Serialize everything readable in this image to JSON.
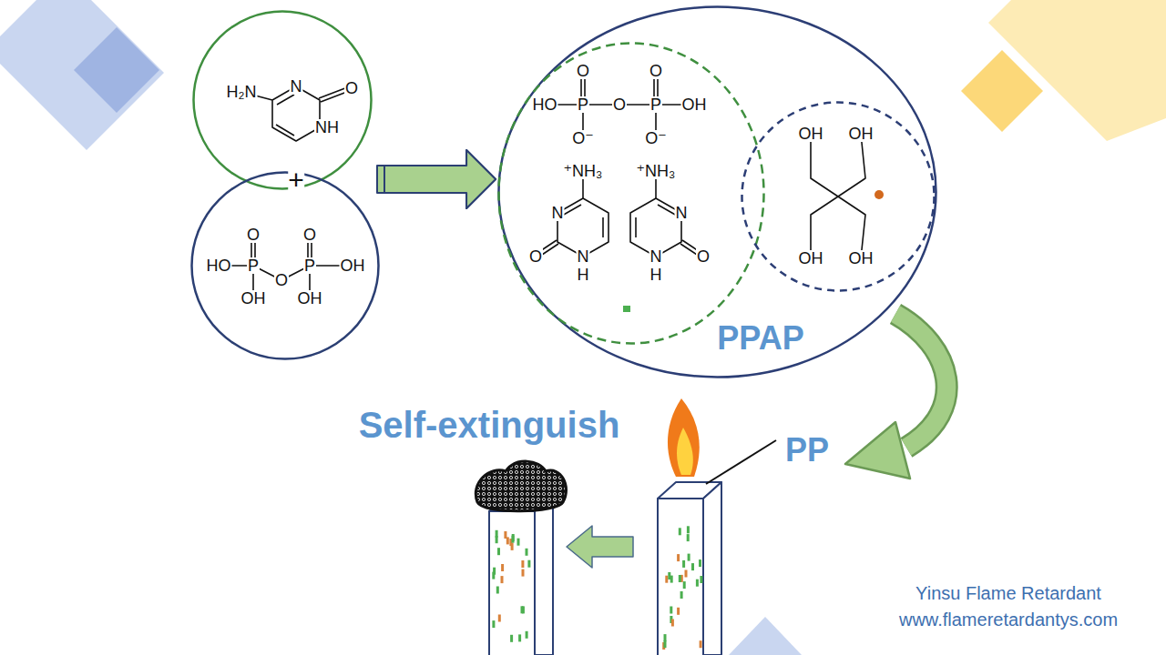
{
  "diagram": {
    "nodes": [
      {
        "text": [
          "H₂N",
          "N",
          "O",
          "NH"
        ]
      },
      {
        "text": [
          "O",
          "O",
          "HO",
          "P",
          "O",
          "P",
          "OH",
          "OH",
          "OH"
        ]
      },
      {
        "text": [
          "PPAP"
        ]
      },
      {
        "text": [
          "O",
          "O",
          "HO",
          "P",
          "O",
          "P",
          "OH",
          "O⁻",
          "O⁻",
          "⁺NH₃",
          "⁺NH₃",
          "N",
          "O",
          "N",
          "H",
          "N",
          "O",
          "N",
          "H"
        ],
        "in": 2
      },
      {
        "text": [
          "OH",
          "OH",
          "OH",
          "OH"
        ],
        "in": 2
      }
    ],
    "edges": [
      {
        "from": 0,
        "to": 2,
        "arrow": "to"
      },
      {
        "from": 1,
        "to": 2,
        "arrow": "to"
      }
    ],
    "labels": [
      "+",
      "Self-extinguish",
      "PP",
      "Yinsu Flame Retardant",
      "www.flameretardantys.com"
    ]
  }
}
